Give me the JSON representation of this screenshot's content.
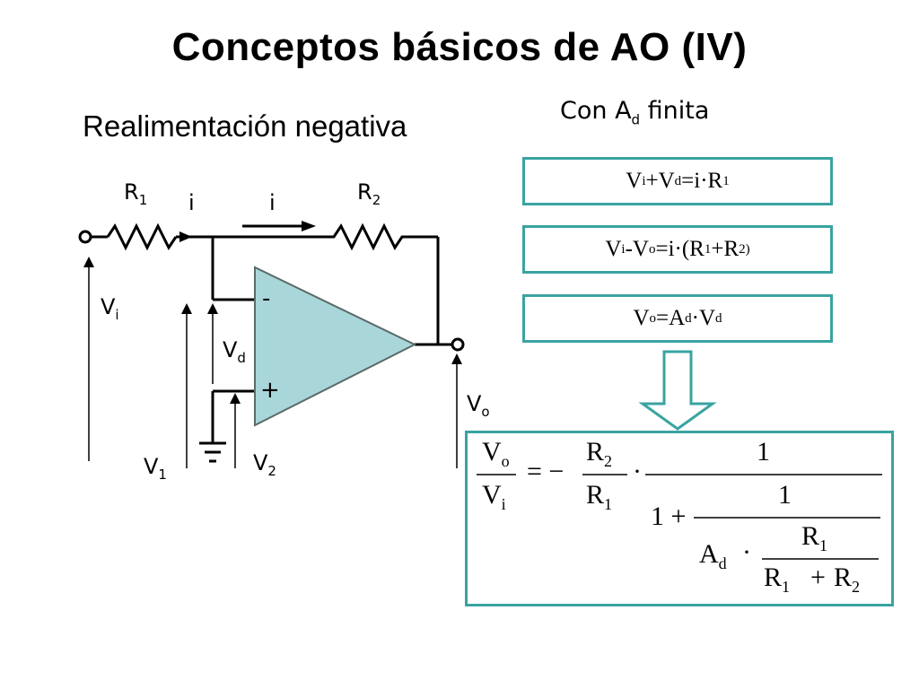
{
  "slide": {
    "title": "Conceptos básicos de AO (IV)",
    "subtitle": "Realimentación negativa",
    "note_prefix": "Con A",
    "note_sub": "d",
    "note_suffix": " finita"
  },
  "equations": [
    {
      "parts": [
        [
          "V",
          ""
        ],
        [
          "i",
          "sub"
        ],
        [
          "+V",
          ""
        ],
        [
          "d",
          "sub"
        ],
        [
          "=i·R",
          ""
        ],
        [
          "1",
          "sub"
        ]
      ]
    },
    {
      "parts": [
        [
          "V",
          ""
        ],
        [
          "i",
          "sub"
        ],
        [
          "-V",
          ""
        ],
        [
          "o",
          "sub"
        ],
        [
          "=i·(R",
          ""
        ],
        [
          "1",
          "sub"
        ],
        [
          "+R",
          ""
        ],
        [
          "2)",
          "sub"
        ]
      ]
    },
    {
      "parts": [
        [
          "V",
          ""
        ],
        [
          "o",
          "sub"
        ],
        [
          "=A",
          ""
        ],
        [
          "d",
          "sub"
        ],
        [
          "·V",
          ""
        ],
        [
          "d",
          "sub"
        ]
      ]
    }
  ],
  "circuit": {
    "r1": {
      "main": "R",
      "sub": "1"
    },
    "r2": {
      "main": "R",
      "sub": "2"
    },
    "i1": "i",
    "i2": "i",
    "vi": {
      "main": "V",
      "sub": "i"
    },
    "vd": {
      "main": "V",
      "sub": "d"
    },
    "v1": {
      "main": "V",
      "sub": "1"
    },
    "v2": {
      "main": "V",
      "sub": "2"
    },
    "vo": {
      "main": "V",
      "sub": "o"
    },
    "minus": "-",
    "plus": "+"
  },
  "result": {
    "lhs_num": {
      "main": "V",
      "sub": "o"
    },
    "lhs_den": {
      "main": "V",
      "sub": "i"
    },
    "equals": "= −",
    "ratio_num": {
      "main": "R",
      "sub": "2"
    },
    "ratio_den": {
      "main": "R",
      "sub": "1"
    },
    "dot": "·",
    "one_top": "1",
    "one_inner": "1",
    "one_plus": "1 +",
    "ad": {
      "main": "A",
      "sub": "d"
    },
    "dot2": "·",
    "r1_top": {
      "main": "R",
      "sub": "1"
    },
    "r1_bot": {
      "main": "R",
      "sub": "1"
    },
    "plus_sign": "+",
    "r2_bot": {
      "main": "R",
      "sub": "2"
    }
  },
  "colors": {
    "accent": "#3aa3a0",
    "opamp_fill": "#a9d7d9"
  }
}
